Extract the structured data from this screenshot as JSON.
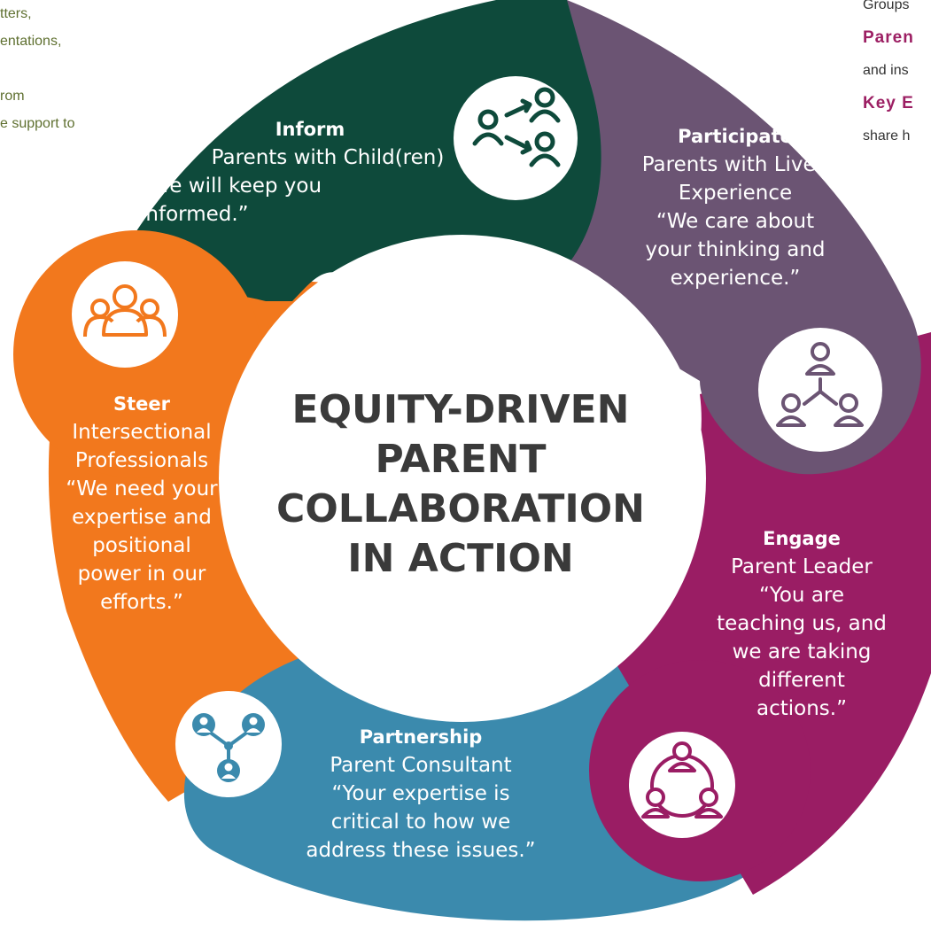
{
  "left_excerpt": {
    "lines": [
      "tters,",
      "entations,",
      "",
      "rom",
      "e support to"
    ]
  },
  "right_excerpt": {
    "lines": [
      "Groups",
      "Paren",
      "and ins",
      "Key E",
      "share h"
    ]
  },
  "center_title": [
    "EQUITY-DRIVEN",
    "PARENT",
    "COLLABORATION",
    "IN ACTION"
  ],
  "segments": [
    {
      "id": "inform",
      "title": "Inform",
      "role": "Parents with Child(ren)",
      "quote": [
        "“We will keep you",
        "informed.”"
      ],
      "color": "#0e4a3b",
      "icon": "people-exchange-icon"
    },
    {
      "id": "participate",
      "title": "Participate",
      "role": "Parents with Lived Experience",
      "quote": [
        "“We care about",
        "your thinking and",
        "experience.”"
      ],
      "color": "#6b5473",
      "icon": "people-network-icon"
    },
    {
      "id": "engage",
      "title": "Engage",
      "role": "Parent Leader",
      "quote": [
        "“You are",
        "teaching us, and",
        "we are taking",
        "different",
        "actions.”"
      ],
      "color": "#9a1d64",
      "icon": "people-circle-icon"
    },
    {
      "id": "partnership",
      "title": "Partnership",
      "role": "Parent Consultant",
      "quote": [
        "“Your expertise is",
        "critical to how we",
        "address these issues.”"
      ],
      "color": "#3b8aad",
      "icon": "people-hub-icon"
    },
    {
      "id": "steer",
      "title": "Steer",
      "role": "Intersectional Professionals",
      "quote": [
        "“We need your",
        "expertise and",
        "positional",
        "power in our",
        "efforts.”"
      ],
      "color": "#f2781d",
      "icon": "group-icon"
    }
  ]
}
